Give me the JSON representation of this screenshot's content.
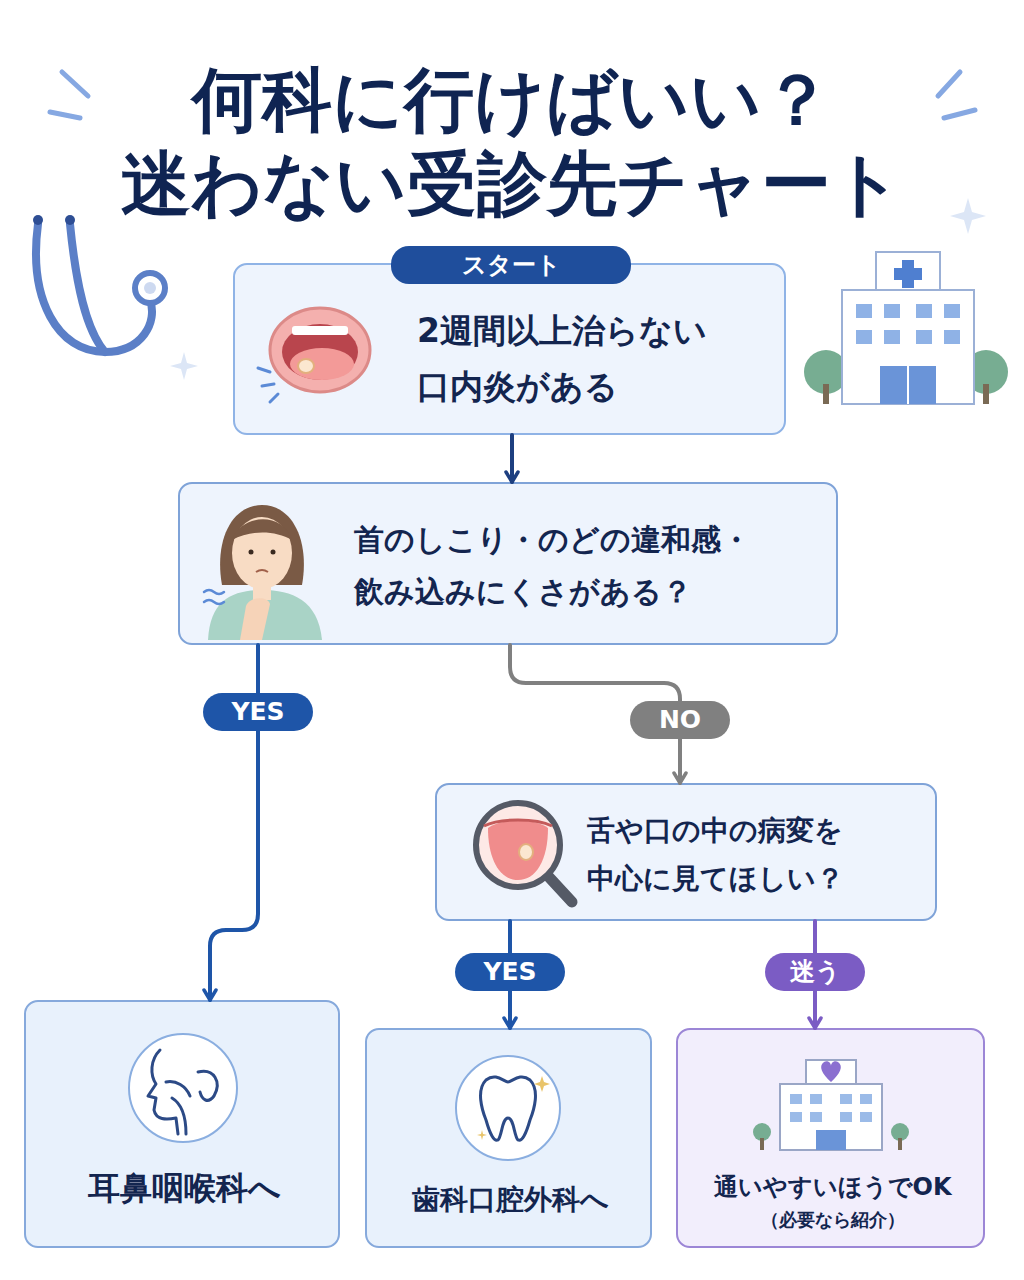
{
  "diagram": {
    "title": "何科に行けばいい？ 迷わない受診先チャート",
    "nodes": [
      {
        "text": [
          "スタート",
          "2週間以上治らない 口内炎がある"
        ]
      },
      {
        "text": [
          "首のしこり・のどの違和感・ 飲み込みにくさがある？"
        ]
      },
      {
        "text": [
          "舌や口の中の病変を 中心に見てほしい？"
        ]
      },
      {
        "text": [
          "耳鼻咽喉科へ"
        ]
      },
      {
        "text": [
          "歯科口腔外科へ"
        ]
      },
      {
        "text": [
          "通いやすいほうでOK",
          "（必要なら紹介）"
        ]
      }
    ],
    "edges": [
      {
        "from": 0,
        "to": 1,
        "arrow": "to"
      },
      {
        "from": 1,
        "to": 3,
        "arrow": "to",
        "label": "YES"
      },
      {
        "from": 1,
        "to": 2,
        "arrow": "to",
        "label": "NO"
      },
      {
        "from": 2,
        "to": 4,
        "arrow": "to",
        "label": "YES"
      },
      {
        "from": 2,
        "to": 5,
        "arrow": "to",
        "label": "迷う"
      }
    ]
  }
}
